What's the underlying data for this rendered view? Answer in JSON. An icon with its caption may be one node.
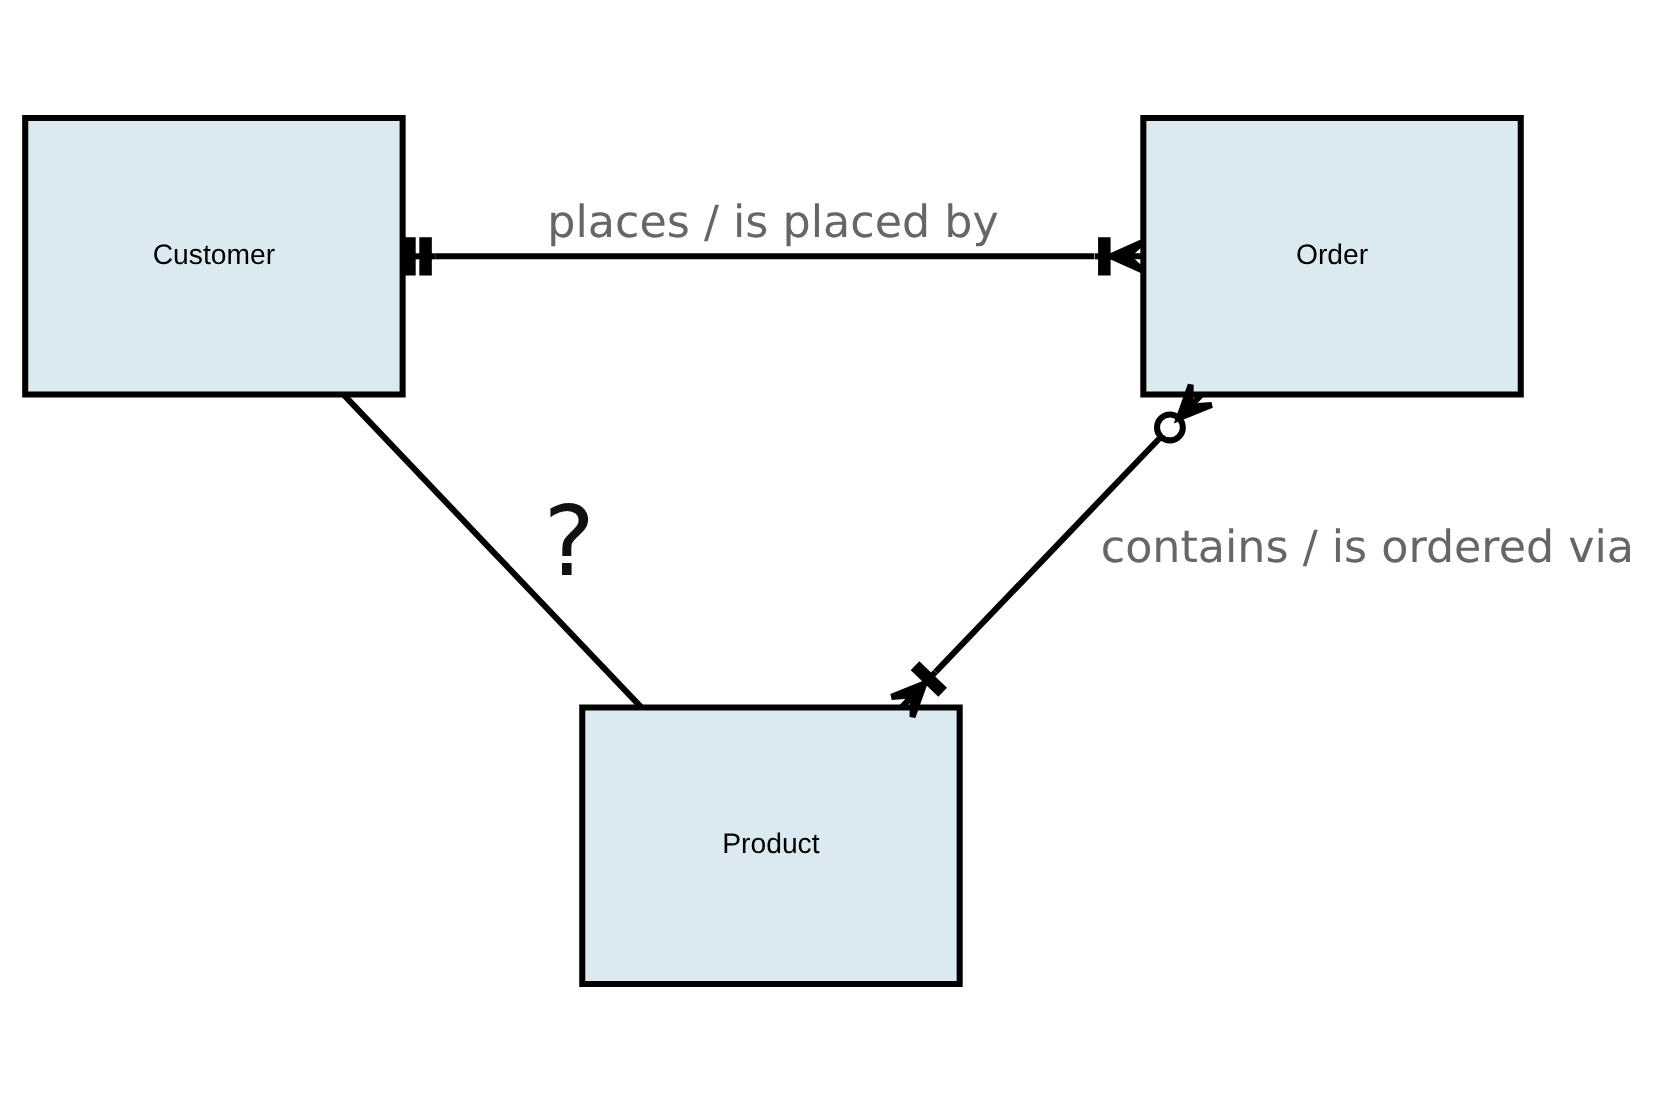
{
  "diagram": {
    "nodes": [
      {
        "text": [
          "Customer"
        ]
      },
      {
        "text": [
          "Order"
        ]
      },
      {
        "text": [
          "Product"
        ]
      }
    ],
    "edges": [
      {
        "from": 0,
        "to": 1,
        "arrow": "other",
        "label": "places / is placed by"
      },
      {
        "from": 1,
        "to": 2,
        "arrow": "other",
        "label": "contains / is ordered via"
      },
      {
        "from": 0,
        "to": 2,
        "arrow": "none",
        "label": "?"
      }
    ]
  }
}
